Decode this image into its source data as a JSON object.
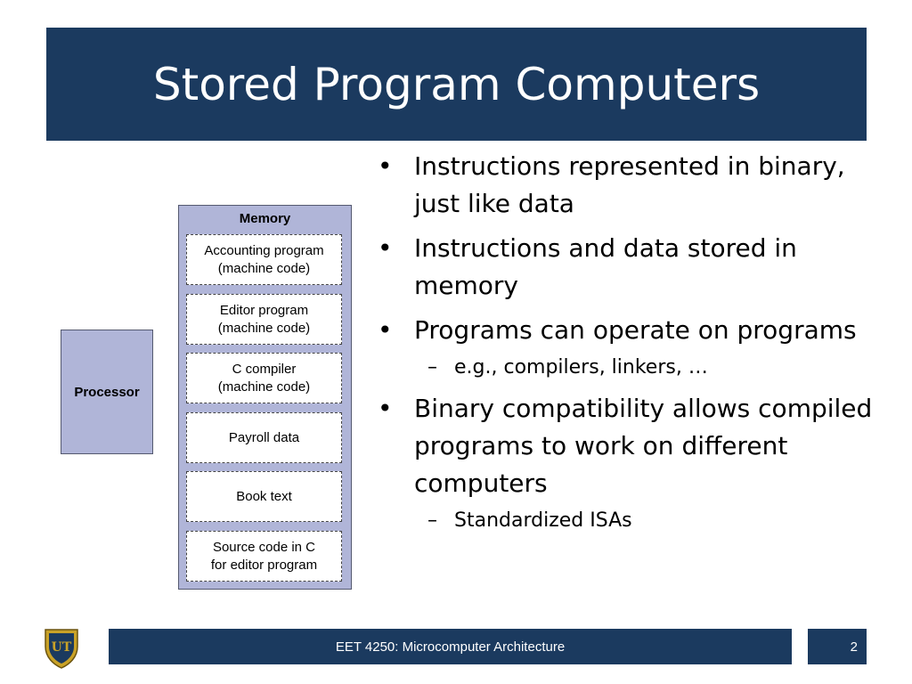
{
  "title": "Stored Program Computers",
  "diagram": {
    "processor_label": "Processor",
    "memory_label": "Memory",
    "blocks": [
      "Accounting program\n(machine code)",
      "Editor program\n(machine code)",
      "C compiler\n(machine code)",
      "Payroll data",
      "Book text",
      "Source code in C\nfor editor program"
    ]
  },
  "bullets": [
    {
      "text": "Instructions represented in binary, just like data",
      "level": 1
    },
    {
      "text": "Instructions and data stored in memory",
      "level": 1
    },
    {
      "text": "Programs can operate on programs",
      "level": 1
    },
    {
      "text": "e.g., compilers, linkers, …",
      "level": 2
    },
    {
      "text": "Binary compatibility allows compiled programs to work on different computers",
      "level": 1
    },
    {
      "text": "Standardized ISAs",
      "level": 2
    }
  ],
  "bullet_marks": {
    "level1": "•",
    "level2": "–"
  },
  "footer": {
    "course": "EET 4250: Microcomputer Architecture",
    "page_number": "2",
    "logo_text": "UT"
  },
  "colors": {
    "navy": "#1b3a5f",
    "diagram_fill": "#b0b5d8",
    "logo_gold": "#c9a227"
  }
}
